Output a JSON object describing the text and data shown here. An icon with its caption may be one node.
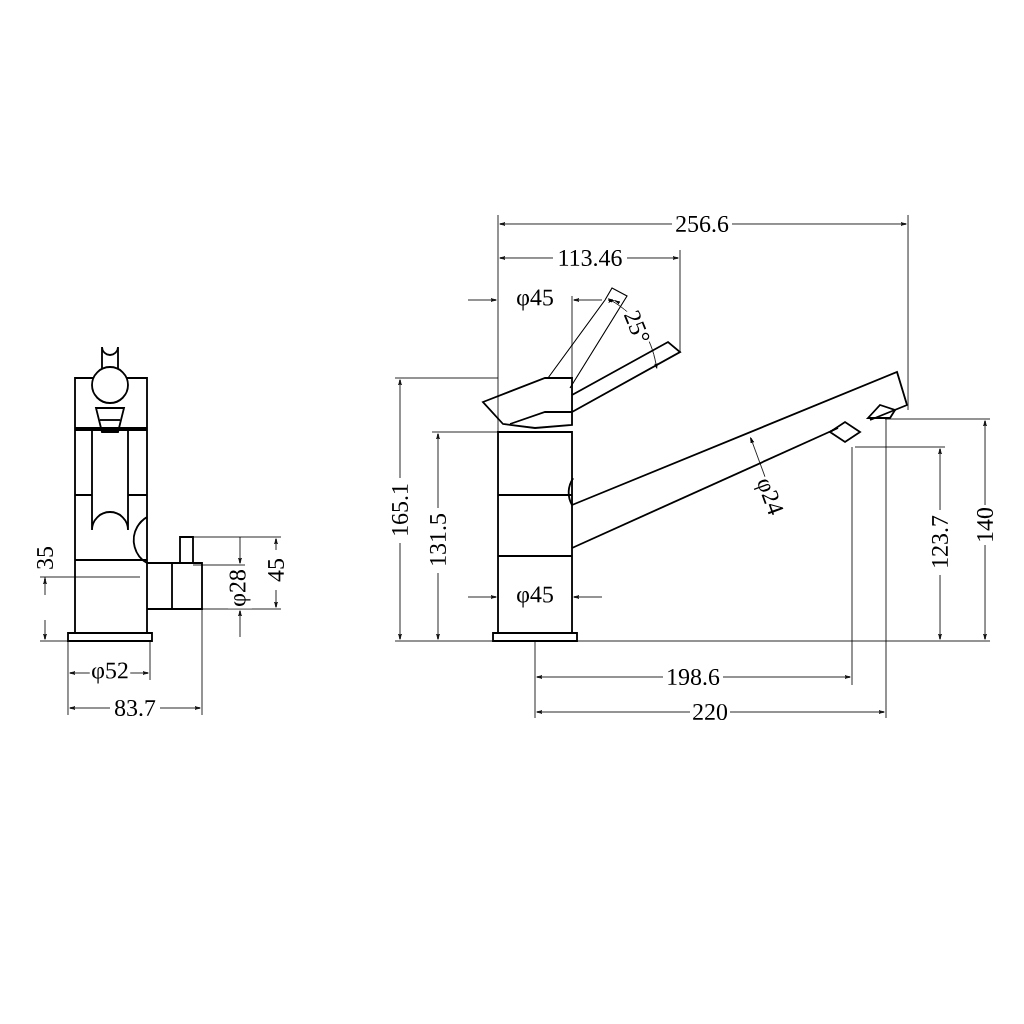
{
  "diagram": {
    "labels": [
      "256.6",
      "113.46",
      "φ45",
      "25°",
      "165.1",
      "131.5",
      "φ24",
      "123.7",
      "140",
      "φ45",
      "198.6",
      "220",
      "35",
      "φ28",
      "45",
      "φ52",
      "83.7"
    ]
  }
}
